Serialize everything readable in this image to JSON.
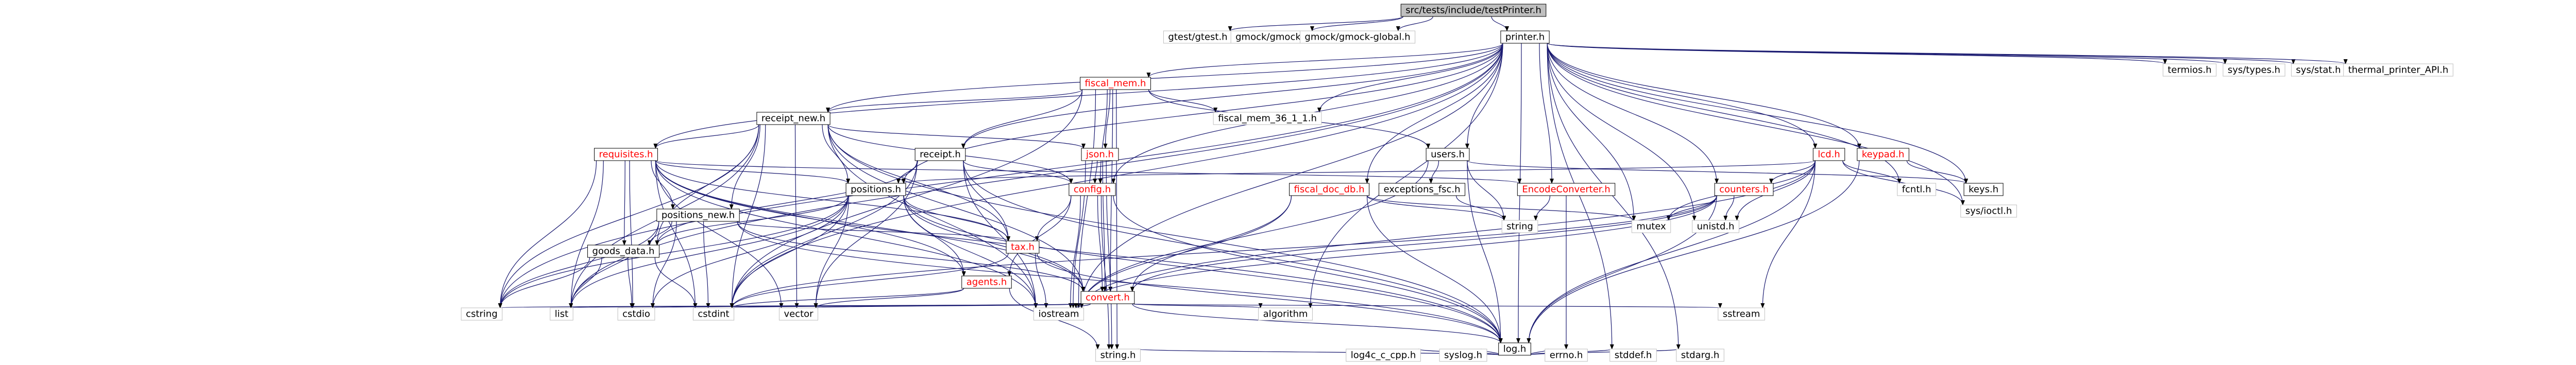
{
  "nodes": [
    {
      "id": "root",
      "label": "src/tests/include/testPrinter.h",
      "kind": "root"
    },
    {
      "id": "gtest",
      "label": "gtest/gtest.h",
      "kind": "plain"
    },
    {
      "id": "gmock",
      "label": "gmock/gmock.h",
      "kind": "plain"
    },
    {
      "id": "gmockglobal",
      "label": "gmock/gmock-global.h",
      "kind": "plain"
    },
    {
      "id": "printer",
      "label": "printer.h",
      "kind": "link"
    },
    {
      "id": "termios",
      "label": "termios.h",
      "kind": "plain"
    },
    {
      "id": "systypes",
      "label": "sys/types.h",
      "kind": "plain"
    },
    {
      "id": "sysstat",
      "label": "sys/stat.h",
      "kind": "plain"
    },
    {
      "id": "thermal",
      "label": "thermal_printer_API.h",
      "kind": "plain"
    },
    {
      "id": "fiscalmem",
      "label": "fiscal_mem.h",
      "kind": "red"
    },
    {
      "id": "fiscalmem36",
      "label": "fiscal_mem_36_1_1.h",
      "kind": "plain"
    },
    {
      "id": "receiptnew",
      "label": "receipt_new.h",
      "kind": "link"
    },
    {
      "id": "receipt",
      "label": "receipt.h",
      "kind": "link"
    },
    {
      "id": "users",
      "label": "users.h",
      "kind": "link"
    },
    {
      "id": "lcd",
      "label": "lcd.h",
      "kind": "red"
    },
    {
      "id": "keypad",
      "label": "keypad.h",
      "kind": "red"
    },
    {
      "id": "requisites",
      "label": "requisites.h",
      "kind": "red"
    },
    {
      "id": "json",
      "label": "json.h",
      "kind": "red"
    },
    {
      "id": "counters",
      "label": "counters.h",
      "kind": "red"
    },
    {
      "id": "config",
      "label": "config.h",
      "kind": "red"
    },
    {
      "id": "positions",
      "label": "positions.h",
      "kind": "link"
    },
    {
      "id": "fiscaldoc",
      "label": "fiscal_doc_db.h",
      "kind": "red"
    },
    {
      "id": "exceptions",
      "label": "exceptions_fsc.h",
      "kind": "link"
    },
    {
      "id": "encode",
      "label": "EncodeConverter.h",
      "kind": "red"
    },
    {
      "id": "keys",
      "label": "keys.h",
      "kind": "link"
    },
    {
      "id": "fcntl",
      "label": "fcntl.h",
      "kind": "plain"
    },
    {
      "id": "sysioctl",
      "label": "sys/ioctl.h",
      "kind": "plain"
    },
    {
      "id": "positionsnew",
      "label": "positions_new.h",
      "kind": "link"
    },
    {
      "id": "goodsdata",
      "label": "goods_data.h",
      "kind": "link"
    },
    {
      "id": "tax",
      "label": "tax.h",
      "kind": "red"
    },
    {
      "id": "agents",
      "label": "agents.h",
      "kind": "red"
    },
    {
      "id": "convert",
      "label": "convert.h",
      "kind": "red"
    },
    {
      "id": "string",
      "label": "string",
      "kind": "plain"
    },
    {
      "id": "mutex",
      "label": "mutex",
      "kind": "plain"
    },
    {
      "id": "unistd",
      "label": "unistd.h",
      "kind": "plain"
    },
    {
      "id": "cstring",
      "label": "cstring",
      "kind": "plain"
    },
    {
      "id": "list",
      "label": "list",
      "kind": "plain"
    },
    {
      "id": "cstdio",
      "label": "cstdio",
      "kind": "plain"
    },
    {
      "id": "cstdint",
      "label": "cstdint",
      "kind": "plain"
    },
    {
      "id": "vector",
      "label": "vector",
      "kind": "plain"
    },
    {
      "id": "iostream",
      "label": "iostream",
      "kind": "plain"
    },
    {
      "id": "algorithm",
      "label": "algorithm",
      "kind": "plain"
    },
    {
      "id": "log",
      "label": "log.h",
      "kind": "link"
    },
    {
      "id": "sstream",
      "label": "sstream",
      "kind": "plain"
    },
    {
      "id": "stringh",
      "label": "string.h",
      "kind": "plain"
    },
    {
      "id": "log4cpp",
      "label": "log4c_c_cpp.h",
      "kind": "plain"
    },
    {
      "id": "syslog",
      "label": "syslog.h",
      "kind": "plain"
    },
    {
      "id": "errno",
      "label": "errno.h",
      "kind": "plain"
    },
    {
      "id": "stddef",
      "label": "stddef.h",
      "kind": "plain"
    },
    {
      "id": "stdarg",
      "label": "stdarg.h",
      "kind": "plain"
    }
  ],
  "edges": [
    [
      "root",
      "gtest"
    ],
    [
      "root",
      "gmock"
    ],
    [
      "root",
      "gmockglobal"
    ],
    [
      "root",
      "printer"
    ],
    [
      "printer",
      "termios"
    ],
    [
      "printer",
      "systypes"
    ],
    [
      "printer",
      "sysstat"
    ],
    [
      "printer",
      "thermal"
    ],
    [
      "printer",
      "fiscalmem"
    ],
    [
      "printer",
      "fiscalmem36"
    ],
    [
      "printer",
      "receiptnew"
    ],
    [
      "printer",
      "receipt"
    ],
    [
      "printer",
      "users"
    ],
    [
      "printer",
      "lcd"
    ],
    [
      "printer",
      "keypad"
    ],
    [
      "printer",
      "requisites"
    ],
    [
      "printer",
      "counters"
    ],
    [
      "printer",
      "config"
    ],
    [
      "printer",
      "positions"
    ],
    [
      "printer",
      "fiscaldoc"
    ],
    [
      "printer",
      "encode"
    ],
    [
      "printer",
      "keys"
    ],
    [
      "printer",
      "fcntl"
    ],
    [
      "printer",
      "sysioctl"
    ],
    [
      "printer",
      "mutex"
    ],
    [
      "printer",
      "unistd"
    ],
    [
      "printer",
      "cstring"
    ],
    [
      "printer",
      "list"
    ],
    [
      "printer",
      "cstdint"
    ],
    [
      "printer",
      "iostream"
    ],
    [
      "printer",
      "log"
    ],
    [
      "printer",
      "stddef"
    ],
    [
      "printer",
      "stdarg"
    ],
    [
      "printer",
      "algorithm"
    ],
    [
      "fiscalmem",
      "fiscalmem36"
    ],
    [
      "fiscalmem",
      "receiptnew"
    ],
    [
      "fiscalmem",
      "receipt"
    ],
    [
      "fiscalmem",
      "users"
    ],
    [
      "fiscalmem",
      "json"
    ],
    [
      "fiscalmem",
      "config"
    ],
    [
      "fiscalmem",
      "convert"
    ],
    [
      "fiscalmem",
      "iostream"
    ],
    [
      "fiscalmem",
      "cstdint"
    ],
    [
      "fiscalmem",
      "stringh"
    ],
    [
      "receiptnew",
      "requisites"
    ],
    [
      "receiptnew",
      "json"
    ],
    [
      "receiptnew",
      "positions"
    ],
    [
      "receiptnew",
      "positionsnew"
    ],
    [
      "receiptnew",
      "config"
    ],
    [
      "receiptnew",
      "tax"
    ],
    [
      "receiptnew",
      "goodsdata"
    ],
    [
      "receiptnew",
      "convert"
    ],
    [
      "receiptnew",
      "cstring"
    ],
    [
      "receiptnew",
      "list"
    ],
    [
      "receiptnew",
      "vector"
    ],
    [
      "receiptnew",
      "iostream"
    ],
    [
      "receiptnew",
      "log"
    ],
    [
      "receiptnew",
      "cstdint"
    ],
    [
      "receipt",
      "positions"
    ],
    [
      "receipt",
      "config"
    ],
    [
      "receipt",
      "goodsdata"
    ],
    [
      "receipt",
      "tax"
    ],
    [
      "receipt",
      "vector"
    ],
    [
      "receipt",
      "cstdint"
    ],
    [
      "receipt",
      "iostream"
    ],
    [
      "receipt",
      "log"
    ],
    [
      "users",
      "exceptions"
    ],
    [
      "users",
      "string"
    ],
    [
      "users",
      "log"
    ],
    [
      "users",
      "keys"
    ],
    [
      "users",
      "iostream"
    ],
    [
      "lcd",
      "counters"
    ],
    [
      "lcd",
      "fcntl"
    ],
    [
      "lcd",
      "sysioctl"
    ],
    [
      "lcd",
      "mutex"
    ],
    [
      "lcd",
      "unistd"
    ],
    [
      "lcd",
      "log"
    ],
    [
      "lcd",
      "sstream"
    ],
    [
      "lcd",
      "iostream"
    ],
    [
      "lcd",
      "positions"
    ],
    [
      "keypad",
      "keys"
    ],
    [
      "keypad",
      "log"
    ],
    [
      "requisites",
      "positions"
    ],
    [
      "requisites",
      "goodsdata"
    ],
    [
      "requisites",
      "positionsnew"
    ],
    [
      "requisites",
      "tax"
    ],
    [
      "requisites",
      "agents"
    ],
    [
      "requisites",
      "convert"
    ],
    [
      "requisites",
      "encode"
    ],
    [
      "requisites",
      "cstring"
    ],
    [
      "requisites",
      "list"
    ],
    [
      "requisites",
      "cstdio"
    ],
    [
      "requisites",
      "cstdint"
    ],
    [
      "requisites",
      "vector"
    ],
    [
      "requisites",
      "iostream"
    ],
    [
      "requisites",
      "log"
    ],
    [
      "json",
      "config"
    ],
    [
      "json",
      "convert"
    ],
    [
      "json",
      "iostream"
    ],
    [
      "json",
      "stringh"
    ],
    [
      "counters",
      "mutex"
    ],
    [
      "counters",
      "unistd"
    ],
    [
      "counters",
      "log"
    ],
    [
      "counters",
      "convert"
    ],
    [
      "counters",
      "iostream"
    ],
    [
      "counters",
      "cstdint"
    ],
    [
      "config",
      "tax"
    ],
    [
      "config",
      "agents"
    ],
    [
      "config",
      "convert"
    ],
    [
      "config",
      "iostream"
    ],
    [
      "config",
      "stringh"
    ],
    [
      "config",
      "log"
    ],
    [
      "positions",
      "goodsdata"
    ],
    [
      "positions",
      "tax"
    ],
    [
      "positions",
      "agents"
    ],
    [
      "positions",
      "convert"
    ],
    [
      "positions",
      "cstring"
    ],
    [
      "positions",
      "list"
    ],
    [
      "positions",
      "cstdio"
    ],
    [
      "positions",
      "cstdint"
    ],
    [
      "positions",
      "vector"
    ],
    [
      "positions",
      "iostream"
    ],
    [
      "positions",
      "log"
    ],
    [
      "positionsnew",
      "goodsdata"
    ],
    [
      "positionsnew",
      "tax"
    ],
    [
      "positionsnew",
      "convert"
    ],
    [
      "positionsnew",
      "cstring"
    ],
    [
      "positionsnew",
      "list"
    ],
    [
      "positionsnew",
      "cstdio"
    ],
    [
      "positionsnew",
      "cstdint"
    ],
    [
      "positionsnew",
      "log"
    ],
    [
      "fiscaldoc",
      "string"
    ],
    [
      "fiscaldoc",
      "mutex"
    ],
    [
      "fiscaldoc",
      "convert"
    ],
    [
      "fiscaldoc",
      "iostream"
    ],
    [
      "fiscaldoc",
      "log"
    ],
    [
      "exceptions",
      "string"
    ],
    [
      "encode",
      "string"
    ],
    [
      "encode",
      "errno"
    ],
    [
      "goodsdata",
      "cstring"
    ],
    [
      "goodsdata",
      "cstdio"
    ],
    [
      "goodsdata",
      "cstdint"
    ],
    [
      "goodsdata",
      "list"
    ],
    [
      "tax",
      "cstdint"
    ],
    [
      "tax",
      "iostream"
    ],
    [
      "tax",
      "log"
    ],
    [
      "agents",
      "vector"
    ],
    [
      "agents",
      "stringh"
    ],
    [
      "agents",
      "cstdint"
    ],
    [
      "convert",
      "cstring"
    ],
    [
      "convert",
      "list"
    ],
    [
      "convert",
      "cstdio"
    ],
    [
      "convert",
      "cstdint"
    ],
    [
      "convert",
      "vector"
    ],
    [
      "convert",
      "iostream"
    ],
    [
      "convert",
      "algorithm"
    ],
    [
      "convert",
      "sstream"
    ],
    [
      "convert",
      "log"
    ],
    [
      "log",
      "stringh"
    ],
    [
      "log",
      "log4cpp"
    ],
    [
      "log",
      "syslog"
    ],
    [
      "log",
      "errno"
    ],
    [
      "log",
      "stddef"
    ],
    [
      "log",
      "stdarg"
    ]
  ]
}
